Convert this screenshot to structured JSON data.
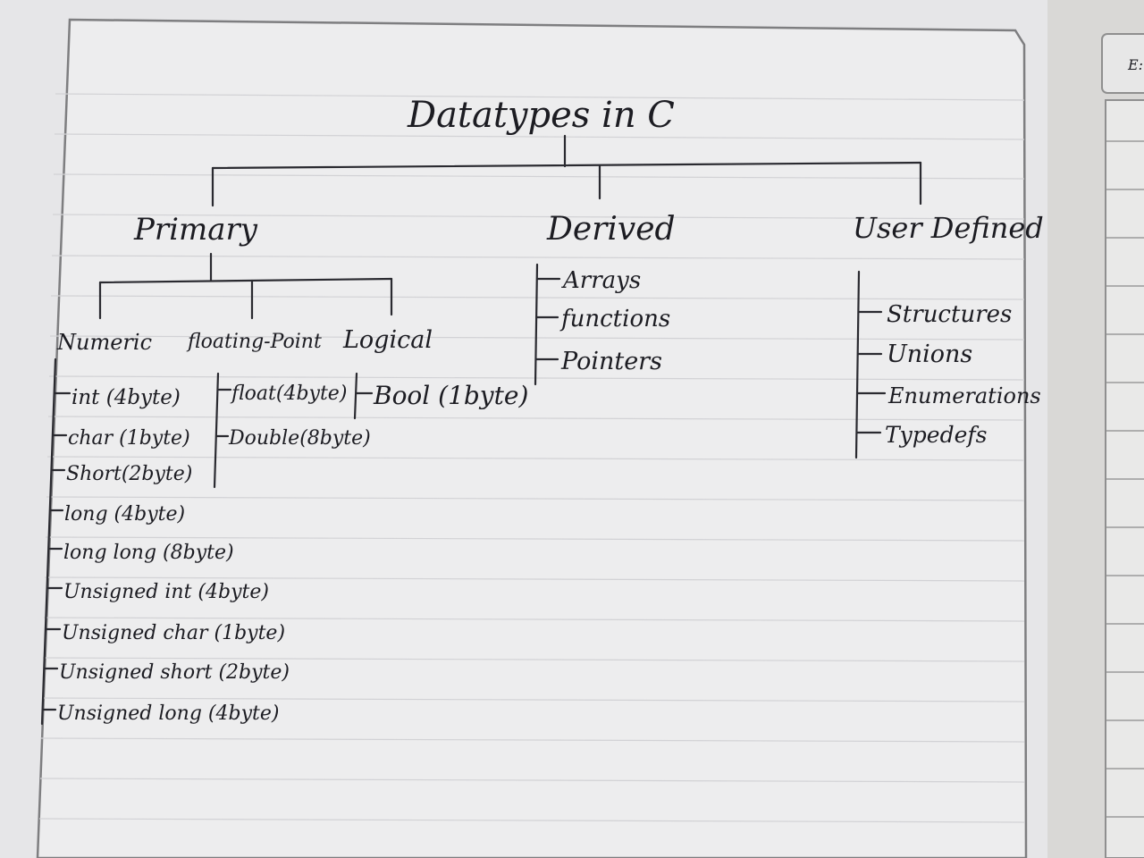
{
  "root": "Datatypes in C",
  "corner_text": "E:",
  "primary": {
    "label": "Primary",
    "numeric": {
      "label": "Numeric",
      "items": [
        "int (4byte)",
        "char (1byte)",
        "Short(2byte)",
        "long (4byte)",
        "long long (8byte)",
        "Unsigned int (4byte)",
        "Unsigned char (1byte)",
        "Unsigned short (2byte)",
        "Unsigned long (4byte)"
      ]
    },
    "floating": {
      "label": "floating-Point",
      "items": [
        "float(4byte)",
        "Double(8byte)"
      ]
    },
    "logical": {
      "label": "Logical",
      "items": [
        "Bool (1byte)"
      ]
    }
  },
  "derived": {
    "label": "Derived",
    "items": [
      "Arrays",
      "functions",
      "Pointers"
    ]
  },
  "user_defined": {
    "label": "User Defined",
    "items": [
      "Structures",
      "Unions",
      "Enumerations",
      "Typedefs"
    ]
  },
  "colors": {
    "paper": "#ececed",
    "ink": "#1c1c22",
    "ruling": "#c9c9cc",
    "background": "#8a8684"
  }
}
